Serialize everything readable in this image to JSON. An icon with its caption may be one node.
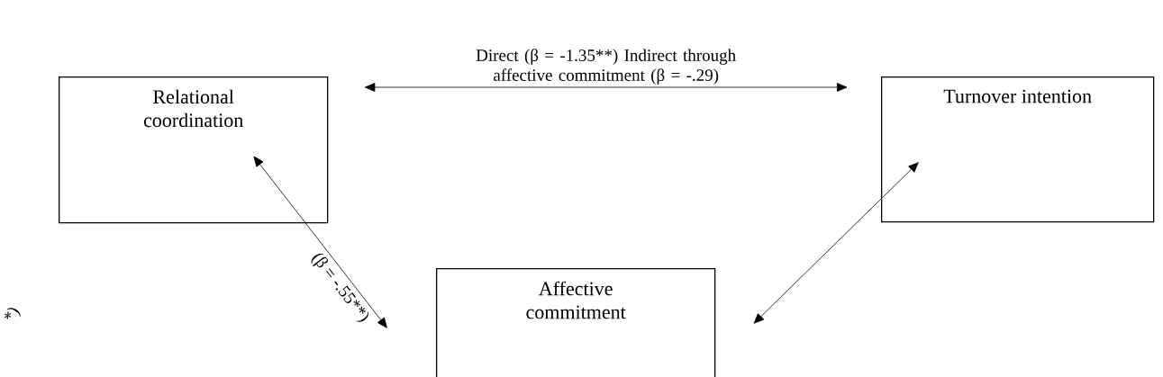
{
  "diagram": {
    "nodes": [
      {
        "text": [
          "Relational coordination"
        ]
      },
      {
        "text": [
          "Turnover intention"
        ]
      },
      {
        "text": [
          "Affective commitment"
        ]
      }
    ],
    "edges": [
      {
        "from": 0,
        "to": 1,
        "arrow": "both",
        "label": "Direct (β = -1.35**) Indirect through affective commitment (β = -.29)"
      },
      {
        "from": 0,
        "to": 2,
        "arrow": "both",
        "label": "(β = -.55**)"
      },
      {
        "from": 2,
        "to": 1,
        "arrow": "both"
      }
    ],
    "labels": [
      "*)"
    ]
  }
}
